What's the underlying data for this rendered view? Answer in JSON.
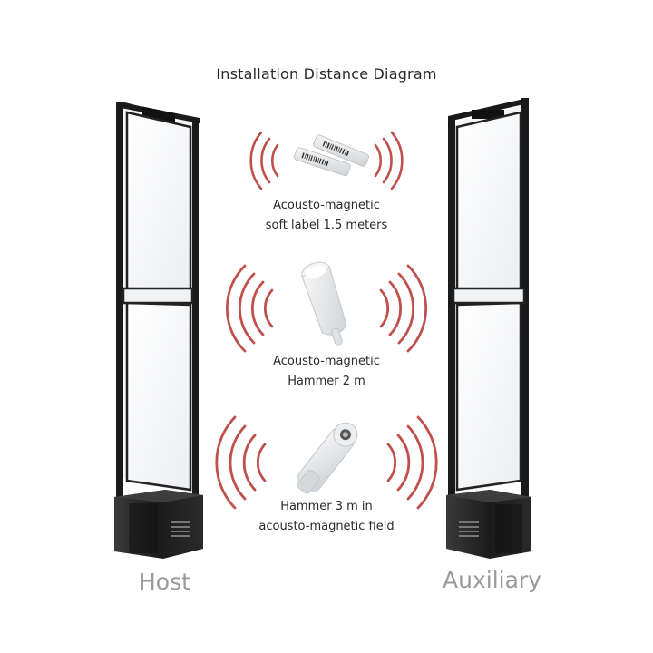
{
  "diagram": {
    "title": "Installation Distance Diagram",
    "tags": [
      {
        "line1": "Acousto-magnetic",
        "line2": "soft label 1.5 meters"
      },
      {
        "line1": "Acousto-magnetic",
        "line2": "Hammer 2 m"
      },
      {
        "line1": "Hammer 3 m in",
        "line2": "acousto-magnetic field"
      }
    ],
    "gates": {
      "left_label": "Host",
      "right_label": "Auxiliary"
    },
    "colors": {
      "wave": "#c0504d",
      "frame": "#1a1a1a",
      "panel": "#f3f4f6",
      "label_gray": "#9a9a9a"
    }
  }
}
